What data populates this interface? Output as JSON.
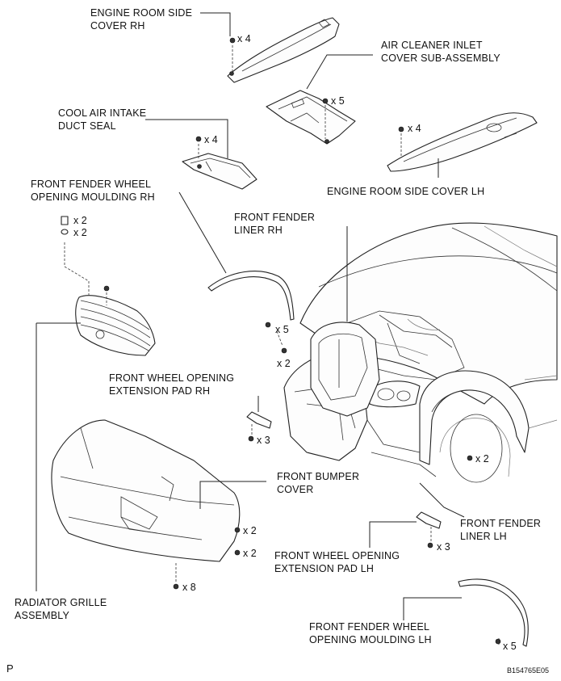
{
  "labels": {
    "engine_room_side_cover_rh": [
      "ENGINE ROOM SIDE",
      "COVER RH"
    ],
    "air_cleaner_inlet_cover": [
      "AIR CLEANER INLET",
      "COVER SUB-ASSEMBLY"
    ],
    "cool_air_intake_duct_seal": [
      "COOL AIR INTAKE",
      "DUCT SEAL"
    ],
    "engine_room_side_cover_lh": [
      "ENGINE ROOM SIDE COVER LH"
    ],
    "front_fender_wheel_opening_moulding_rh": [
      "FRONT FENDER WHEEL",
      "OPENING MOULDING RH"
    ],
    "front_fender_liner_rh": [
      "FRONT FENDER",
      "LINER RH"
    ],
    "front_wheel_opening_extension_pad_rh": [
      "FRONT WHEEL OPENING",
      "EXTENSION PAD RH"
    ],
    "front_bumper_cover": [
      "FRONT BUMPER",
      "COVER"
    ],
    "front_fender_liner_lh": [
      "FRONT FENDER",
      "LINER LH"
    ],
    "front_wheel_opening_extension_pad_lh": [
      "FRONT WHEEL OPENING",
      "EXTENSION PAD LH"
    ],
    "radiator_grille_assembly": [
      "RADIATOR GRILLE",
      "ASSEMBLY"
    ],
    "front_fender_wheel_opening_moulding_lh": [
      "FRONT FENDER WHEEL",
      "OPENING MOULDING LH"
    ]
  },
  "quantities": {
    "side_cover_rh": "x 4",
    "air_cleaner_cover": "x 5",
    "duct_seal": "x 4",
    "side_cover_lh": "x 4",
    "grille_clip_top": "x 2",
    "grille_clip_bottom": "x 2",
    "liner_rh_screw": "x 5",
    "liner_rh_clip": "x 2",
    "ext_pad_rh": "x 3",
    "liner_lh": "x 2",
    "bumper_side_top": "x 2",
    "bumper_side_bottom": "x 2",
    "bumper_bottom": "x 8",
    "ext_pad_lh": "x 3",
    "moulding_lh": "x 5"
  },
  "footer": {
    "page_mark": "P",
    "figure_code": "B154765E05"
  }
}
